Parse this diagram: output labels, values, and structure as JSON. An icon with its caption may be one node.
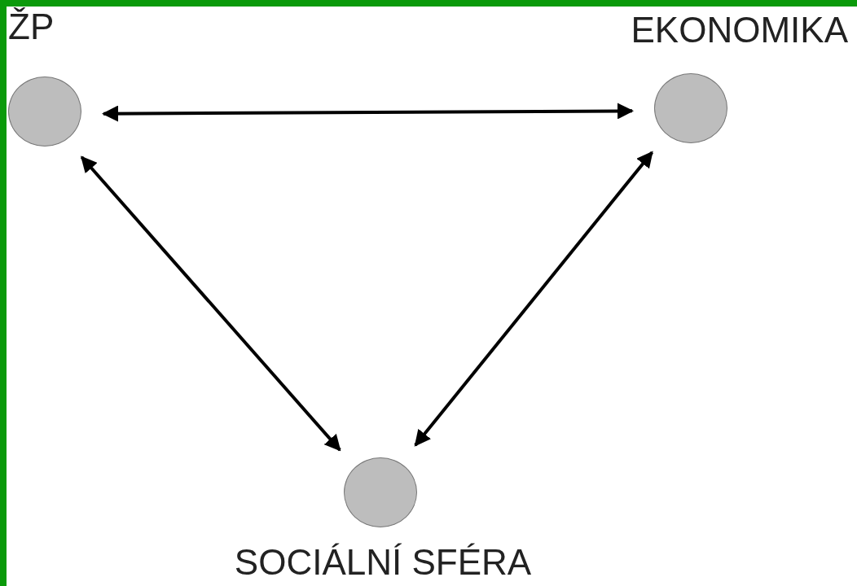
{
  "diagram": {
    "nodes": [
      {
        "text": [
          "ŽP"
        ]
      },
      {
        "text": [
          "EKONOMIKA"
        ]
      },
      {
        "text": [
          "SOCIÁLNÍ SFÉRA"
        ]
      }
    ],
    "edges": [
      {
        "from": 0,
        "to": 1,
        "arrow": "both"
      },
      {
        "from": 0,
        "to": 2,
        "arrow": "both"
      },
      {
        "from": 1,
        "to": 2,
        "arrow": "both"
      }
    ]
  }
}
